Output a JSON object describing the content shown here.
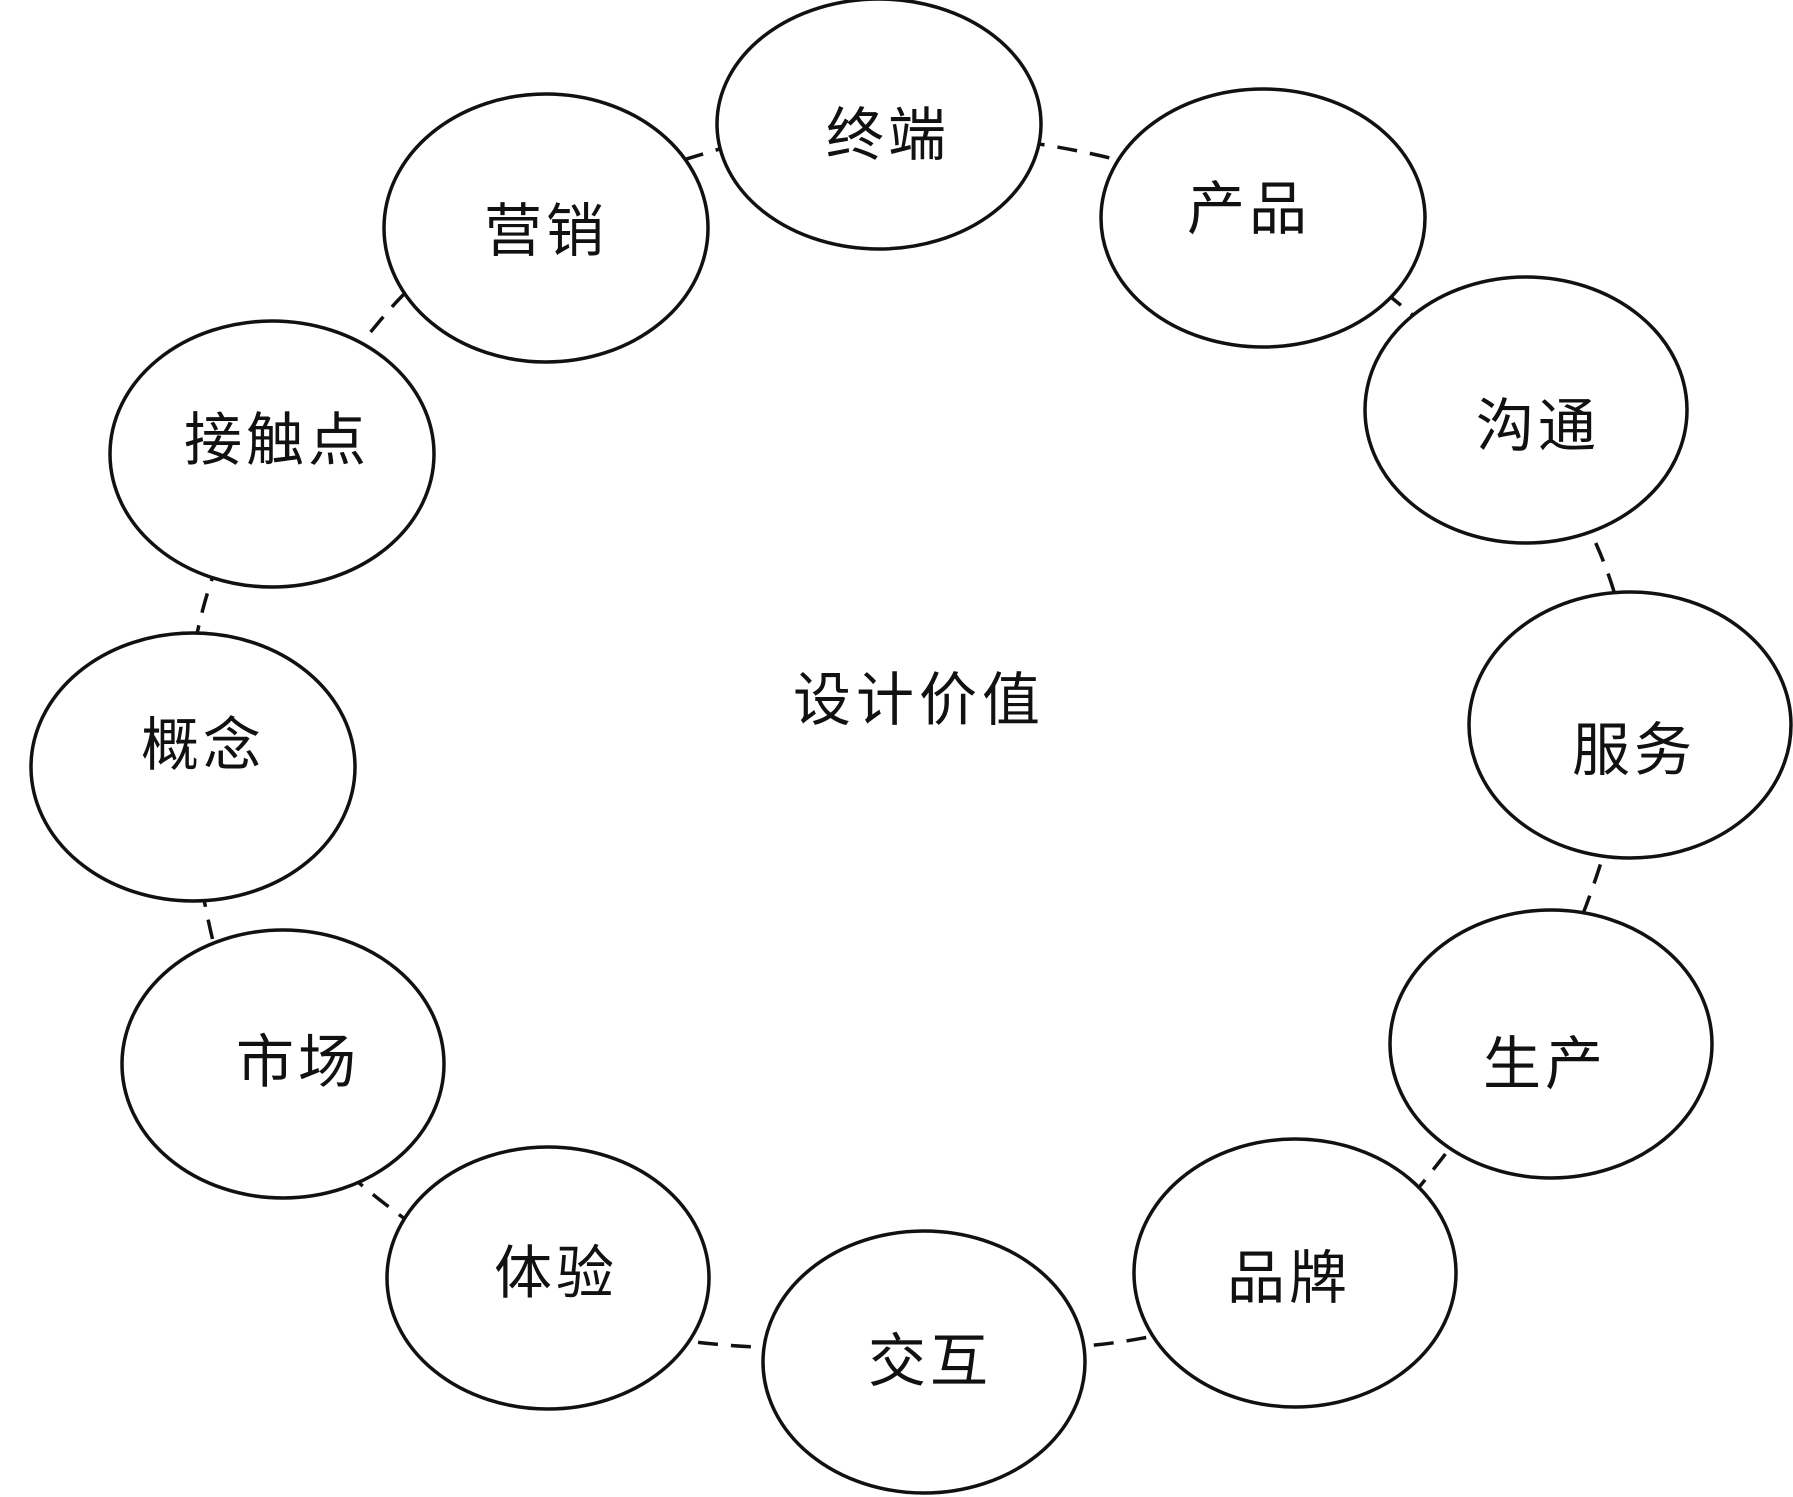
{
  "diagram": {
    "center": {
      "label": "设计价值"
    },
    "nodes": [
      {
        "id": "terminal",
        "label": "终端"
      },
      {
        "id": "product",
        "label": "产品"
      },
      {
        "id": "communication",
        "label": "沟通"
      },
      {
        "id": "service",
        "label": "服务"
      },
      {
        "id": "production",
        "label": "生产"
      },
      {
        "id": "brand",
        "label": "品牌"
      },
      {
        "id": "interaction",
        "label": "交互"
      },
      {
        "id": "experience",
        "label": "体验"
      },
      {
        "id": "market",
        "label": "市场"
      },
      {
        "id": "concept",
        "label": "概念"
      },
      {
        "id": "touchpoint",
        "label": "接触点"
      },
      {
        "id": "marketing",
        "label": "营销"
      }
    ],
    "connection_style": "dashed-ring",
    "colors": {
      "stroke": "#111111",
      "background": "#ffffff"
    }
  }
}
